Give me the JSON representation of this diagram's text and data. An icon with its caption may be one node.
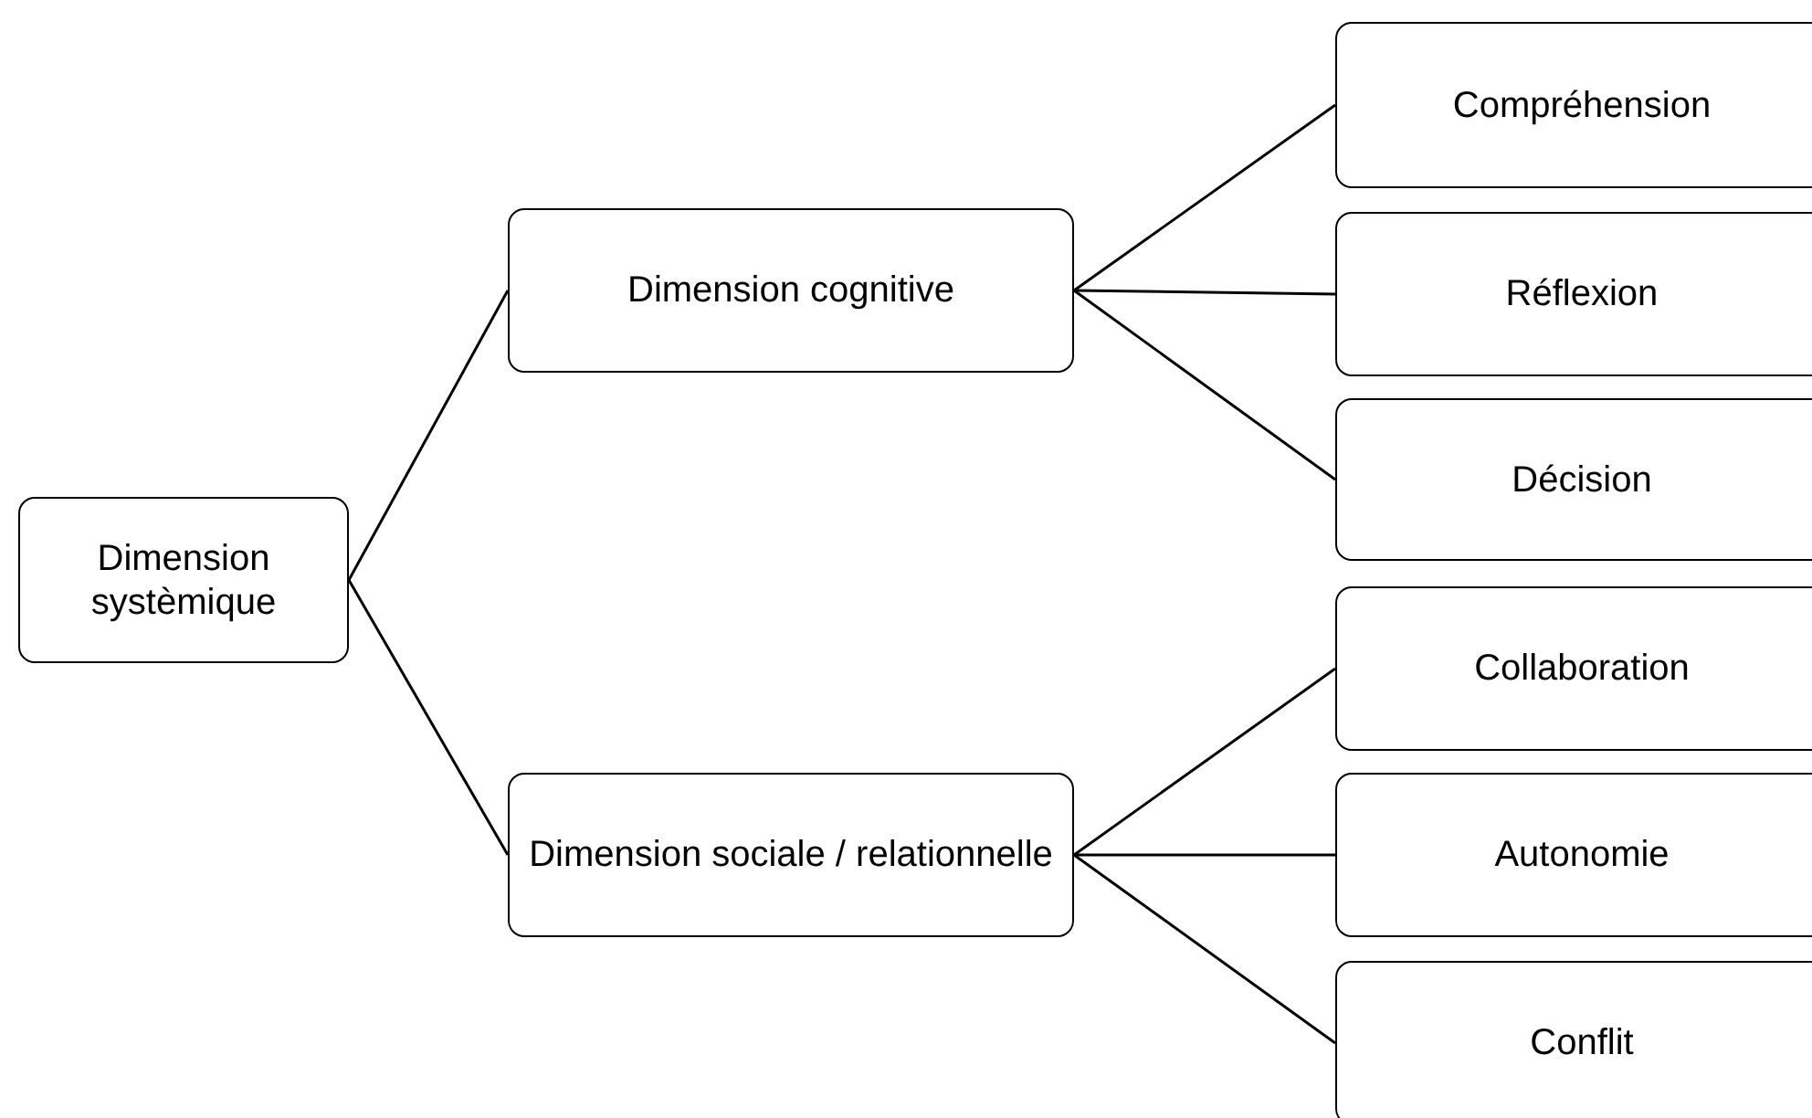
{
  "diagram": {
    "nodes": [
      {
        "text": [
          "Dimension systèmique"
        ]
      },
      {
        "text": [
          "Dimension cognitive"
        ]
      },
      {
        "text": [
          "Dimension sociale / relationnelle"
        ]
      },
      {
        "text": [
          "Compréhension"
        ]
      },
      {
        "text": [
          "Réflexion"
        ]
      },
      {
        "text": [
          "Décision"
        ]
      },
      {
        "text": [
          "Collaboration"
        ]
      },
      {
        "text": [
          "Autonomie"
        ]
      },
      {
        "text": [
          "Conflit"
        ]
      }
    ],
    "edges": [
      {
        "from": 0,
        "to": 1,
        "arrow": "none"
      },
      {
        "from": 0,
        "to": 2,
        "arrow": "none"
      },
      {
        "from": 1,
        "to": 3,
        "arrow": "none"
      },
      {
        "from": 1,
        "to": 4,
        "arrow": "none"
      },
      {
        "from": 1,
        "to": 5,
        "arrow": "none"
      },
      {
        "from": 2,
        "to": 6,
        "arrow": "none"
      },
      {
        "from": 2,
        "to": 7,
        "arrow": "none"
      },
      {
        "from": 2,
        "to": 8,
        "arrow": "none"
      }
    ]
  }
}
